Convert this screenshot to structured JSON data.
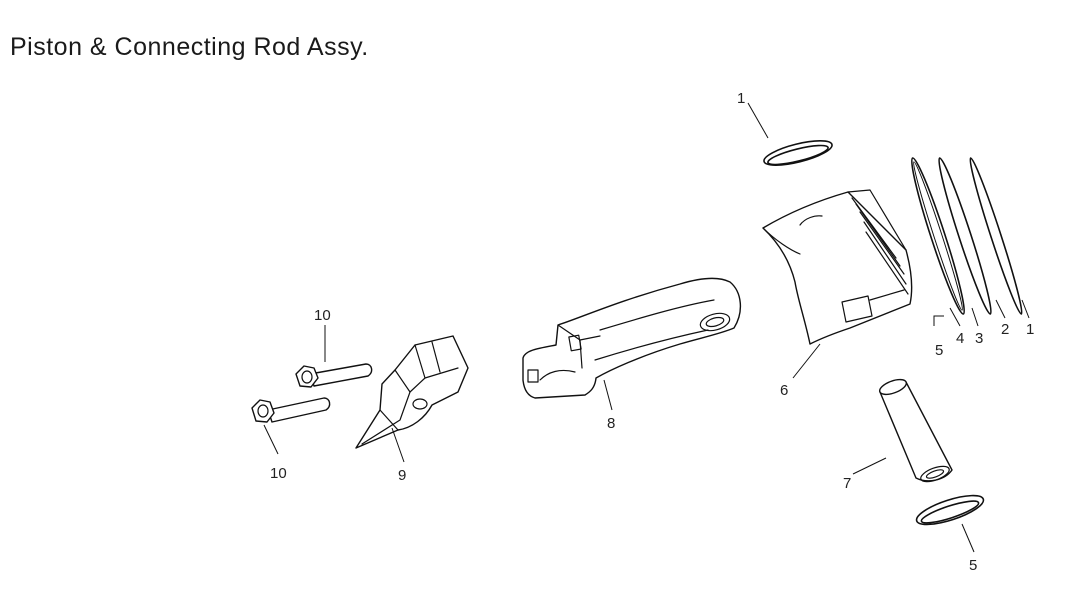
{
  "title": "Piston & Connecting Rod Assy.",
  "callouts": {
    "c1_top": "1",
    "c1_right": "1",
    "c2": "2",
    "c3": "3",
    "c4": "4",
    "c5_rings": "5",
    "c5_bottom": "5",
    "c6": "6",
    "c7": "7",
    "c8": "8",
    "c9": "9",
    "c10_top": "10",
    "c10_bottom": "10"
  }
}
